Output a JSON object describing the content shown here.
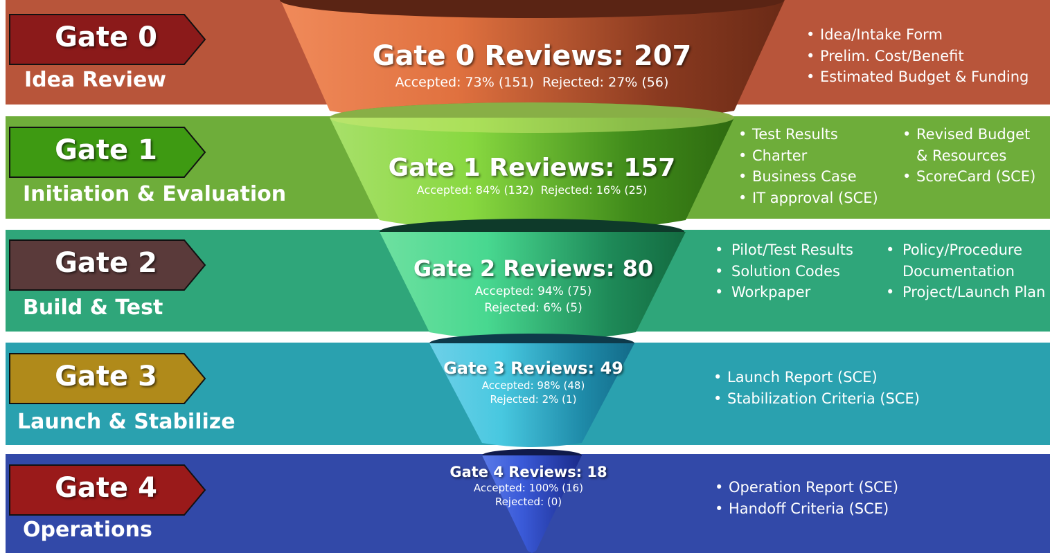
{
  "gates": [
    {
      "gate": "Gate 0",
      "stage": "Idea Review",
      "review_title": "Gate 0 Reviews: 207",
      "accepted": "Accepted: 73% (151)",
      "rejected": "Rejected: 27% (56)",
      "band_color": "#B8553A",
      "tag_color": "#8B1A1A",
      "items_left": [
        "Idea/Intake Form",
        "Prelim. Cost/Benefit",
        "Estimated Budget & Funding"
      ],
      "items_right": []
    },
    {
      "gate": "Gate 1",
      "stage": "Initiation & Evaluation",
      "review_title": "Gate 1 Reviews: 157",
      "accepted": "Accepted: 84% (132)",
      "rejected": "Rejected: 16% (25)",
      "band_color": "#6FAE3A",
      "tag_color": "#3E9A12",
      "items_left": [
        "Test Results",
        "Charter",
        "Business Case",
        "IT approval (SCE)"
      ],
      "items_right": [
        "Revised Budget & Resources",
        "ScoreCard (SCE)"
      ]
    },
    {
      "gate": "Gate 2",
      "stage": "Build & Test",
      "review_title": "Gate 2 Reviews: 80",
      "accepted": "Accepted: 94% (75)",
      "rejected": "Rejected: 6% (5)",
      "band_color": "#2FA57A",
      "tag_color": "#5A3A3A",
      "items_left": [
        "Pilot/Test Results",
        "Solution Codes",
        "Workpaper"
      ],
      "items_right": [
        "Policy/Procedure Documentation",
        "Project/Launch Plan"
      ]
    },
    {
      "gate": "Gate 3",
      "stage": "Launch & Stabilize",
      "review_title": "Gate 3 Reviews: 49",
      "accepted": "Accepted: 98% (48)",
      "rejected": "Rejected: 2% (1)",
      "band_color": "#2AA1AE",
      "tag_color": "#B08A1A",
      "items_left": [
        "Launch Report (SCE)",
        "Stabilization Criteria (SCE)"
      ],
      "items_right": []
    },
    {
      "gate": "Gate 4",
      "stage": "Operations",
      "review_title": "Gate 4 Reviews: 18",
      "accepted": "Accepted: 100% (16)",
      "rejected": "Rejected: (0)",
      "band_color": "#3249A8",
      "tag_color": "#9A1A1A",
      "items_left": [
        "Operation Report (SCE)",
        "Handoff Criteria (SCE)"
      ],
      "items_right": []
    }
  ]
}
